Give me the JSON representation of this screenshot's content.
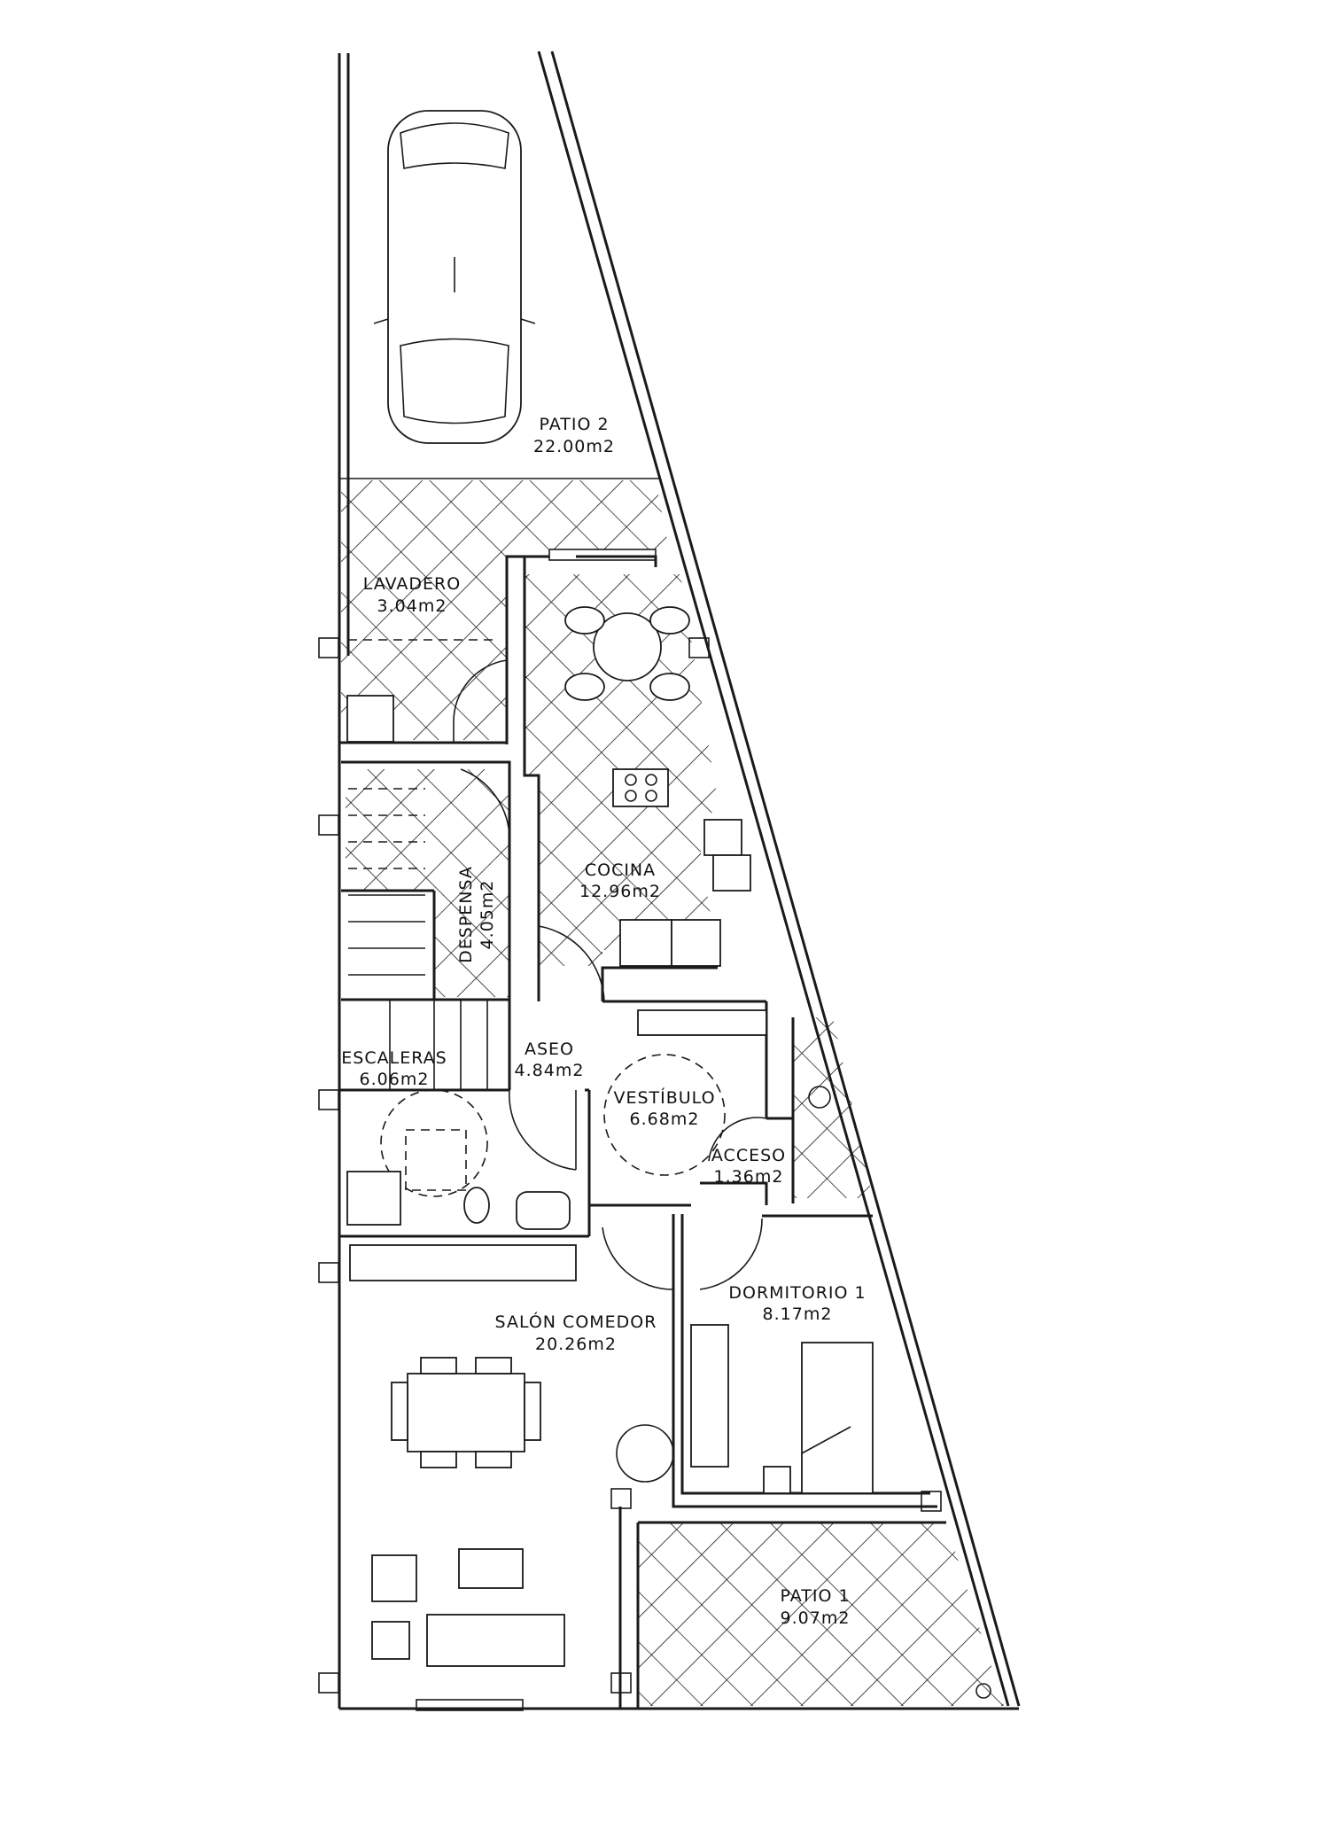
{
  "rooms": [
    {
      "id": "patio2",
      "name": "PATIO  2",
      "area": "22.00m2"
    },
    {
      "id": "lavadero",
      "name": "LAVADERO",
      "area": "3.04m2"
    },
    {
      "id": "cocina",
      "name": "COCINA",
      "area": "12.96m2"
    },
    {
      "id": "despensa",
      "name": "DESPENSA",
      "area": "4.05m2"
    },
    {
      "id": "escaleras",
      "name": "ESCALERAS",
      "area": "6.06m2"
    },
    {
      "id": "aseo",
      "name": "ASEO",
      "area": "4.84m2"
    },
    {
      "id": "vestibulo",
      "name": "VESTÍBULO",
      "area": "6.68m2"
    },
    {
      "id": "acceso",
      "name": "ACCESO",
      "area": "1.36m2"
    },
    {
      "id": "dormitorio",
      "name": "DORMITORIO  1",
      "area": "8.17m2"
    },
    {
      "id": "salon",
      "name": "SALÓN  COMEDOR",
      "area": "20.26m2"
    },
    {
      "id": "patio1",
      "name": "PATIO  1",
      "area": "9.07m2"
    }
  ],
  "colors": {
    "line": "#1a1a1a",
    "background": "#ffffff"
  }
}
